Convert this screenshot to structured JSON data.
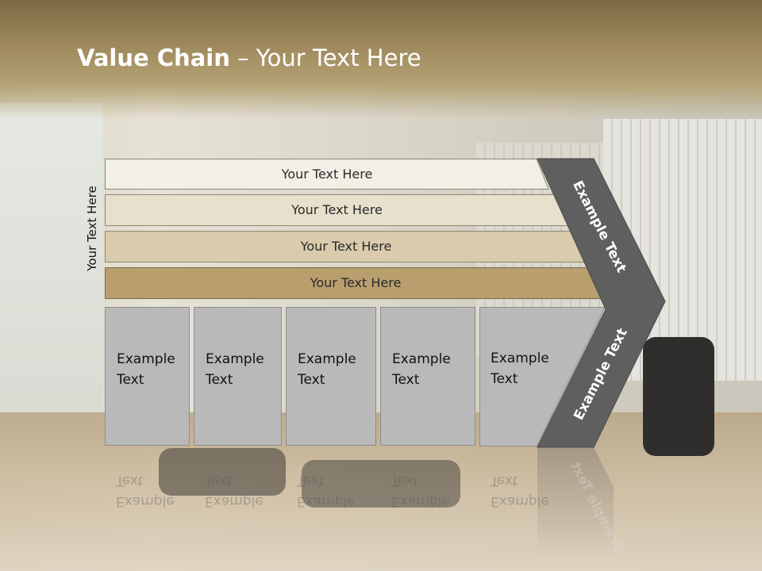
{
  "slide": {
    "title_bold": "Value Chain",
    "title_rest": " – Your Text Here",
    "vertical_label": "Your Text Here"
  },
  "rows": [
    {
      "label": "Your Text Here",
      "color": "#f1efe6"
    },
    {
      "label": "Your Text Here",
      "color": "#e6e0cc"
    },
    {
      "label": "Your Text Here",
      "color": "#d9cbab"
    },
    {
      "label": "Your Text Here",
      "color": "#b99f6e"
    }
  ],
  "boxes": [
    {
      "line1": "Example",
      "line2": "Text"
    },
    {
      "line1": "Example",
      "line2": "Text"
    },
    {
      "line1": "Example",
      "line2": "Text"
    },
    {
      "line1": "Example",
      "line2": "Text"
    },
    {
      "line1": "Example",
      "line2": "Text"
    }
  ],
  "chevron": {
    "upper_label": "Example Text",
    "lower_label": "Example Text",
    "color": "#5f5f5f"
  }
}
